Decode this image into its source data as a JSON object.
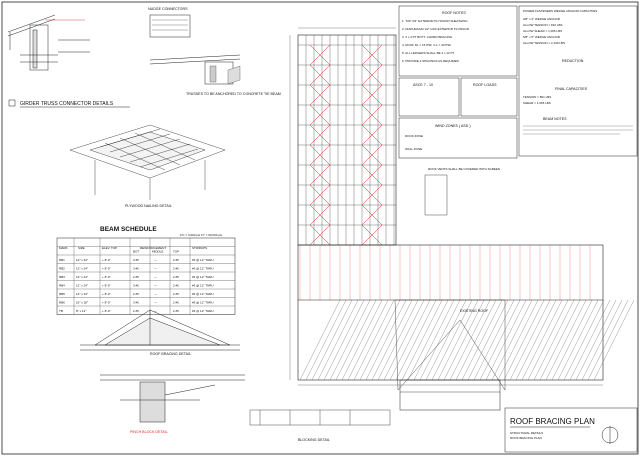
{
  "title_block": {
    "sheet_title": "ROOF BRACING PLAN",
    "sub_line_1": "STRUCTURAL DETAILS",
    "sub_line_2": "ROOF BRACING PLAN"
  },
  "sections": {
    "girder_truss": "GIRDER TRUSS CONNECTOR DETAILS",
    "nudge_connectors": "NUDGE CONNECTORS",
    "trusses_note": "TRUSSES TO BE ANCHORED TO CONCRETE TIE BEAM",
    "plywood": "PLYWOOD NAILING DETAIL",
    "beam_schedule": "BEAM SCHEDULE",
    "roof_bracing_detail": "ROOF BRACING DETAIL",
    "pinch_block": "PINCH BLOCK DETAIL",
    "blocking": "BLOCKING DETAIL",
    "roof_notes": "ROOF NOTES",
    "asce": "ASCE  7 - 10",
    "roof_loads": "ROOF LOADS",
    "wind_zones": "WIND  ZONES ( ASD )",
    "power_fasteners": "POWER FASTENERS WEDGE ANCHOR CAPACITIES",
    "reduction": "REDUCTION",
    "final_capacities": "FINAL CAPACITIES",
    "beam_notes": "BEAM NOTES"
  },
  "beam_schedule": {
    "spec": "F'C = 3,000 psi    FY = 60,000 psi",
    "headers": [
      "MARK",
      "SIZE",
      "ELEV. TOP",
      "REINFORCEMENT",
      "",
      "",
      "STIRRUPS"
    ],
    "sub_headers": [
      "BOT",
      "MIDDLE",
      "TOP"
    ],
    "rows": [
      [
        "RB1",
        "12\" x 24\"",
        "+ 8'-0\"",
        "3 #5",
        "—",
        "2 #5",
        "#3 @ 12\" THRU"
      ],
      [
        "RB2",
        "12\" x 24\"",
        "+ 8'-0\"",
        "3 #5",
        "—",
        "2 #5",
        "#3 @ 12\" THRU"
      ],
      [
        "RB3",
        "12\" x 24\"",
        "+ 8'-0\"",
        "2 #5",
        "—",
        "2 #5",
        "#3 @ 12\" THRU"
      ],
      [
        "RB4",
        "12\" x 24\"",
        "+ 8'-0\"",
        "3 #5",
        "—",
        "2 #5",
        "#3 @ 12\" THRU"
      ],
      [
        "RB5",
        "12\" x 24\"",
        "+ 8'-0\"",
        "2 #5",
        "—",
        "2 #5",
        "#3 @ 12\" THRU"
      ],
      [
        "RB6",
        "16\" x 18\"",
        "+ 8'-0\"",
        "3 #5",
        "—",
        "2 #5",
        "#3 @ 12\" THRU"
      ],
      [
        "TB",
        "8\" x 12\"",
        "+ 8'-0\"",
        "2 #5",
        "—",
        "2 #5",
        "#3 @ 12\" THRU"
      ]
    ]
  },
  "roof_notes": [
    "1. TOP 3/4\" EXTERIOR PLYWOOD SHEATHING",
    "2. DIAPHRAGM 1/2\" CDX EXTERIOR PLYWOOD",
    "3. 2 x 4 PT BOTT. CHORD BRACING",
    "4. ROOF DL = 15 PSF / LL = 30 PSF",
    "5. ALL LEDGERS SHALL BE 2 x 12 PT",
    "6. PROVIDE 2 SPACINGS AS REQUIRED"
  ],
  "wind_zone_labels": [
    "ROOF ZONE",
    "WALL ZONE"
  ],
  "power_lines": [
    "3/8\" x 3\" WEDGE ANCHOR",
    "ALLOW TENSION = 810 LBS",
    "ALLOW SHEAR = 1,065 LBS",
    "5/8\" x 5\" WEDGE ANCHOR",
    "ALLOW TENSION = 2,190 LBS"
  ],
  "final_lines": [
    "TENSION = 891 LBS",
    "SHEAR = 1,065 LBS"
  ],
  "plan_notes": {
    "vent_note": "ROOF VENTS SHALL BE COVERED WITH SCREEN",
    "existing_roof": "EXISTING ROOF"
  }
}
